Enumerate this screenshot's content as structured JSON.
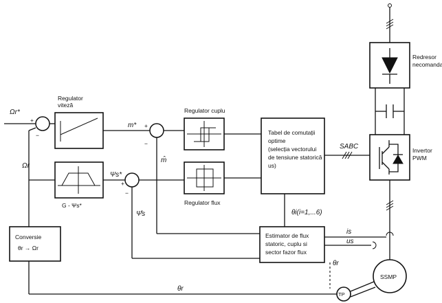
{
  "blocks": {
    "speed_regulator": [
      "Regulator",
      "viteză"
    ],
    "torque_regulator": "Regulator cuplu",
    "flux_regulator": "Regulator flux",
    "flux_function": "G - Ψs*",
    "switching_table": [
      "Tabel de comutații",
      "optime",
      "(selecția vectorului",
      "de tensiune statorică",
      "us)"
    ],
    "rectifier": [
      "Redresor",
      "necomandat"
    ],
    "inverter": [
      "Invertor",
      "PWM"
    ],
    "conversion": [
      "Conversie",
      "θr → Ωr"
    ],
    "estimator": [
      "Estimator de flux",
      "statoric, cuplu si",
      "sector  fazor flux"
    ],
    "motor": "SSMP",
    "sensor": "TP"
  },
  "signals": {
    "speed_ref": "Ωr*",
    "speed_fb": "Ωr",
    "torque_ref": "m*",
    "torque_est": "m̂",
    "flux_ref": "Ψs*",
    "flux_est": "Ψ̂s",
    "switch_state": "SABC",
    "sector": "θi(i=1,...6)",
    "current": "is",
    "voltage": "us",
    "angle_est": "θr",
    "angle_fb": "θr"
  },
  "signs": {
    "plus": "+",
    "minus": "−"
  }
}
